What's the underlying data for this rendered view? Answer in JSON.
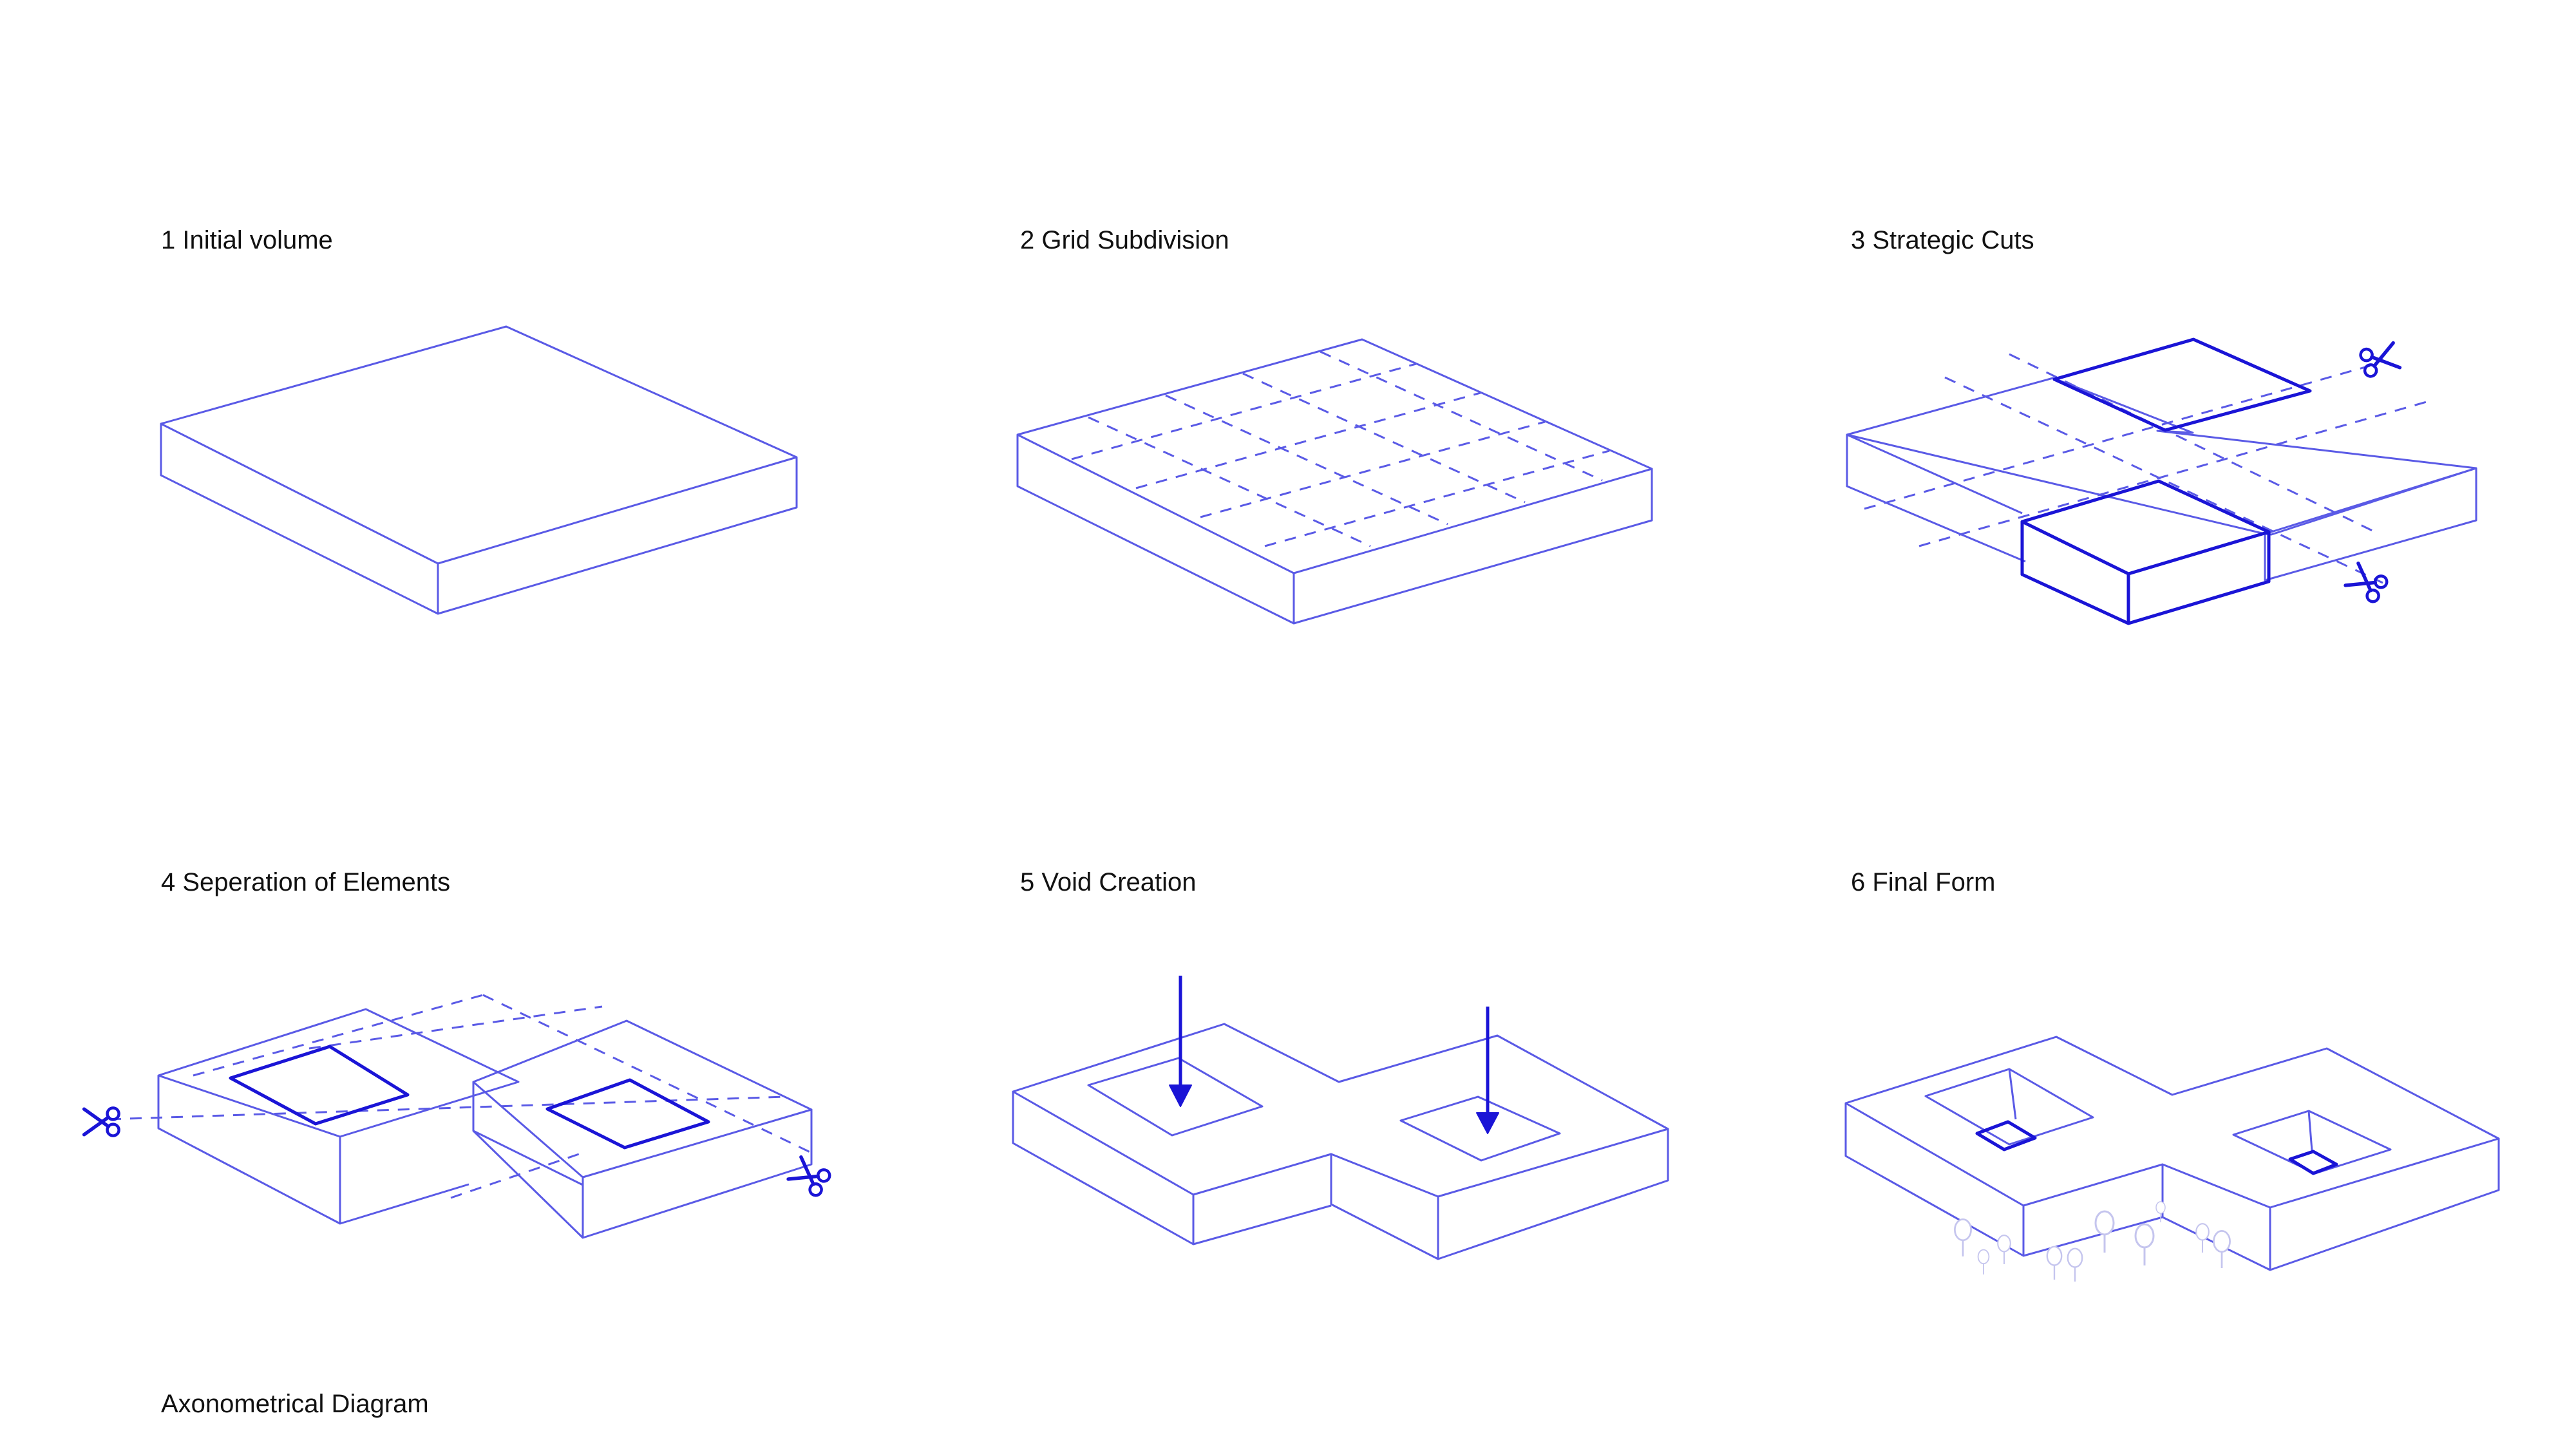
{
  "steps": [
    {
      "label": "1 Initial volume"
    },
    {
      "label": "2 Grid Subdivision"
    },
    {
      "label": "3 Strategic Cuts"
    },
    {
      "label": "4 Seperation of Elements"
    },
    {
      "label": "5 Void Creation"
    },
    {
      "label": "6 Final Form"
    }
  ],
  "caption": "Axonometrical Diagram",
  "colors": {
    "thin_line": "#5a5ae6",
    "accent": "#1a14d6",
    "tree": "#c5c5ee",
    "text": "#111111"
  },
  "icons": [
    "scissors-icon",
    "arrow-down-icon",
    "tree-icon"
  ]
}
